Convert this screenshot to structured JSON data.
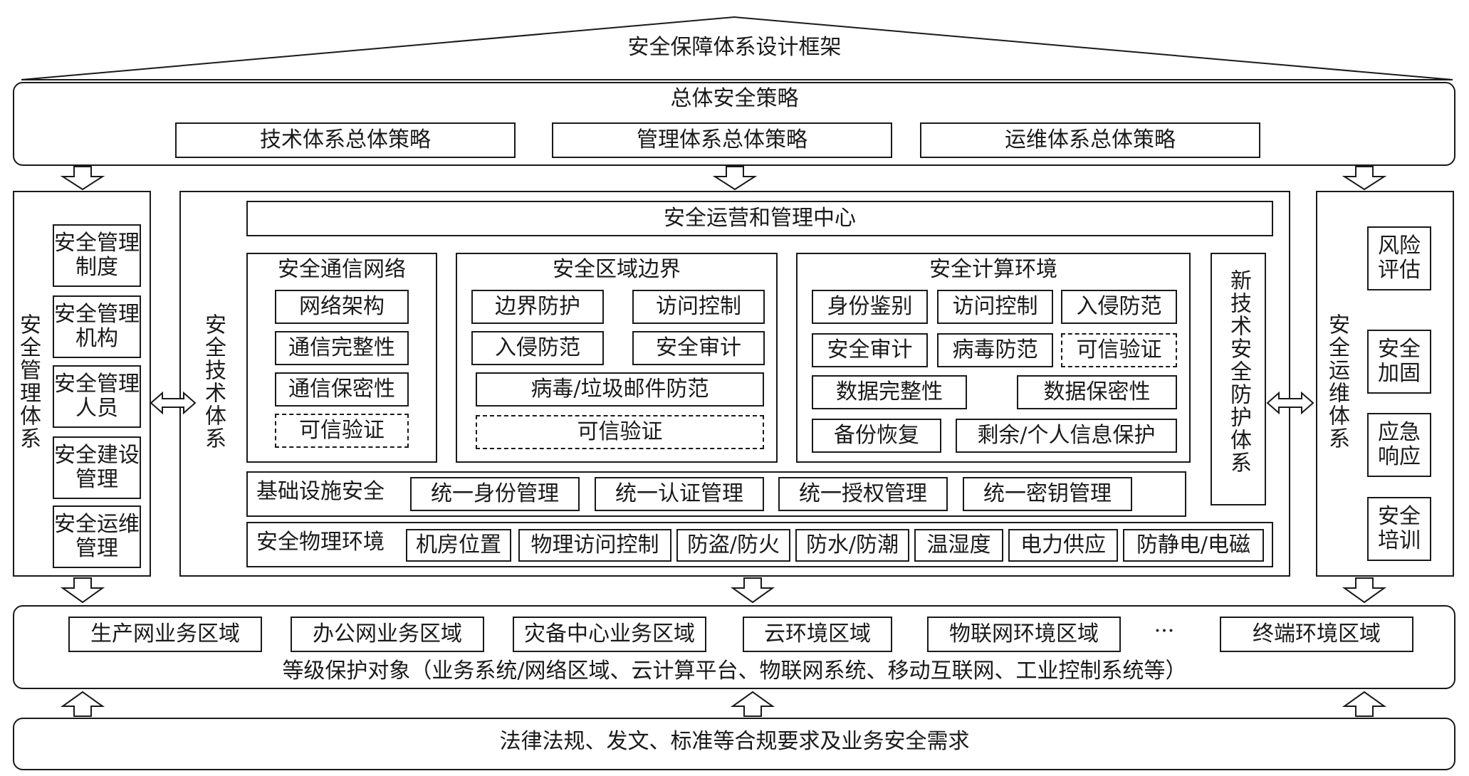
{
  "roof_title": "安全保障体系设计框架",
  "overall": {
    "title": "总体安全策略",
    "items": [
      "技术体系总体策略",
      "管理体系总体策略",
      "运维体系总体策略"
    ]
  },
  "management": {
    "title": "安全管理体系",
    "items": [
      "安全管理制度",
      "安全管理机构",
      "安全管理人员",
      "安全建设管理",
      "安全运维管理"
    ]
  },
  "technical": {
    "title": "安全技术体系",
    "center": "安全运营和管理中心",
    "comm": {
      "title": "安全通信网络",
      "items": [
        "网络架构",
        "通信完整性",
        "通信保密性",
        "可信验证"
      ]
    },
    "boundary": {
      "title": "安全区域边界",
      "items": [
        "边界防护",
        "访问控制",
        "入侵防范",
        "安全审计",
        "病毒/垃圾邮件防范",
        "可信验证"
      ]
    },
    "compute": {
      "title": "安全计算环境",
      "items": [
        "身份鉴别",
        "访问控制",
        "入侵防范",
        "安全审计",
        "病毒防范",
        "可信验证",
        "数据完整性",
        "数据保密性",
        "备份恢复",
        "剩余/个人信息保护"
      ]
    },
    "newtech": "新技术安全防护体系",
    "infra": {
      "title": "基础设施安全",
      "items": [
        "统一身份管理",
        "统一认证管理",
        "统一授权管理",
        "统一密钥管理"
      ]
    },
    "physical": {
      "title": "安全物理环境",
      "items": [
        "机房位置",
        "物理访问控制",
        "防盗/防火",
        "防水/防潮",
        "温湿度",
        "电力供应",
        "防静电/电磁"
      ]
    }
  },
  "operations": {
    "title": "安全运维体系",
    "items": [
      "风险评估",
      "安全加固",
      "应急响应",
      "安全培训"
    ]
  },
  "protection": {
    "items": [
      "生产网业务区域",
      "办公网业务区域",
      "灾备中心业务区域",
      "云环境区域",
      "物联网环境区域",
      "终端环境区域"
    ],
    "ellipsis": "···",
    "caption": "等级保护对象（业务系统/网络区域、云计算平台、物联网系统、移动互联网、工业控制系统等）"
  },
  "foundation": "法律法规、发文、标准等合规要求及业务安全需求"
}
